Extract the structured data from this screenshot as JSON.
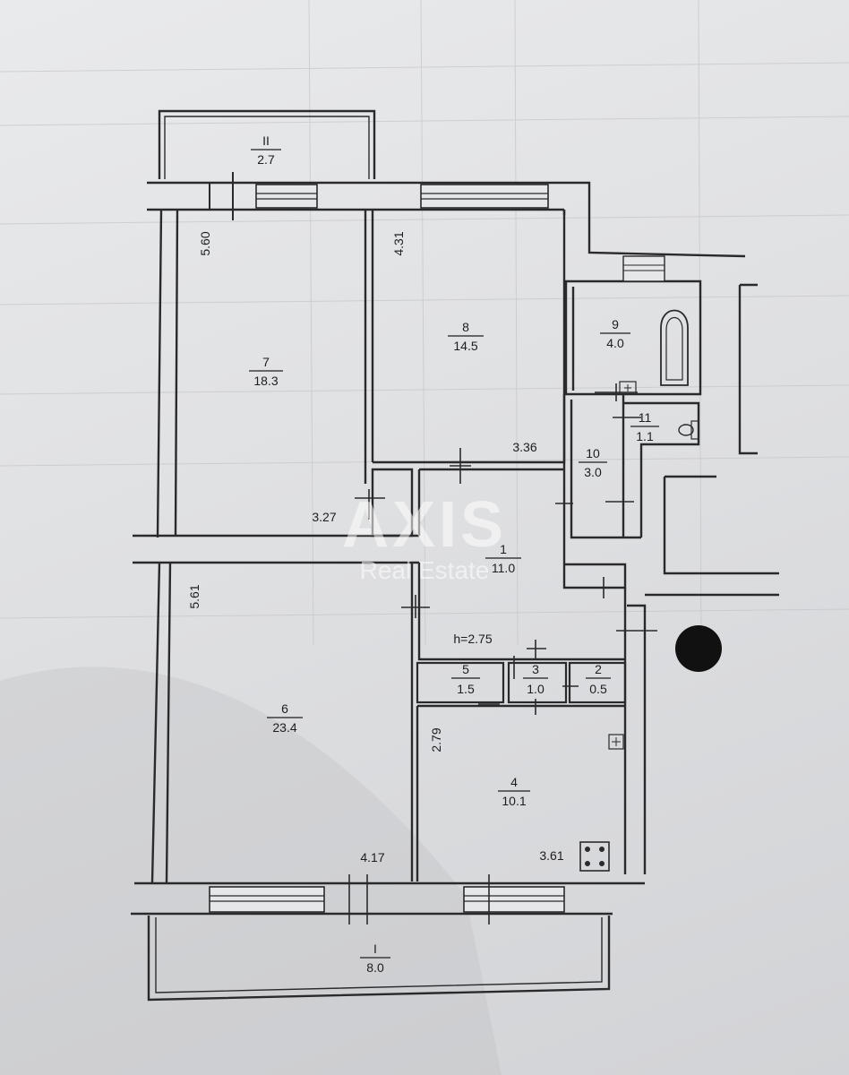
{
  "rooms": [
    {
      "id": "r1",
      "number": "1",
      "area": "11.0"
    },
    {
      "id": "r2",
      "number": "2",
      "area": "0.5"
    },
    {
      "id": "r3",
      "number": "3",
      "area": "1.0"
    },
    {
      "id": "r4",
      "number": "4",
      "area": "10.1"
    },
    {
      "id": "r5",
      "number": "5",
      "area": "1.5"
    },
    {
      "id": "r6",
      "number": "6",
      "area": "23.4"
    },
    {
      "id": "r7",
      "number": "7",
      "area": "18.3"
    },
    {
      "id": "r8",
      "number": "8",
      "area": "14.5"
    },
    {
      "id": "r9",
      "number": "9",
      "area": "4.0"
    },
    {
      "id": "r10",
      "number": "10",
      "area": "3.0"
    },
    {
      "id": "r11",
      "number": "11",
      "area": "1.1"
    }
  ],
  "balconies": [
    {
      "id": "bI",
      "number": "I",
      "area": "8.0"
    },
    {
      "id": "bII",
      "number": "II",
      "area": "2.7"
    }
  ],
  "dimensions": {
    "room7_depth": "5.60",
    "room7_width": "3.27",
    "room8_depth": "4.31",
    "room8_width": "3.36",
    "room6_depth": "5.61",
    "room6_width": "4.17",
    "room4_depth": "2.79",
    "room4_width": "3.61"
  },
  "ceiling_height": "h=2.75",
  "watermark": {
    "brand": "AXIS",
    "sub": "Real Estate"
  }
}
